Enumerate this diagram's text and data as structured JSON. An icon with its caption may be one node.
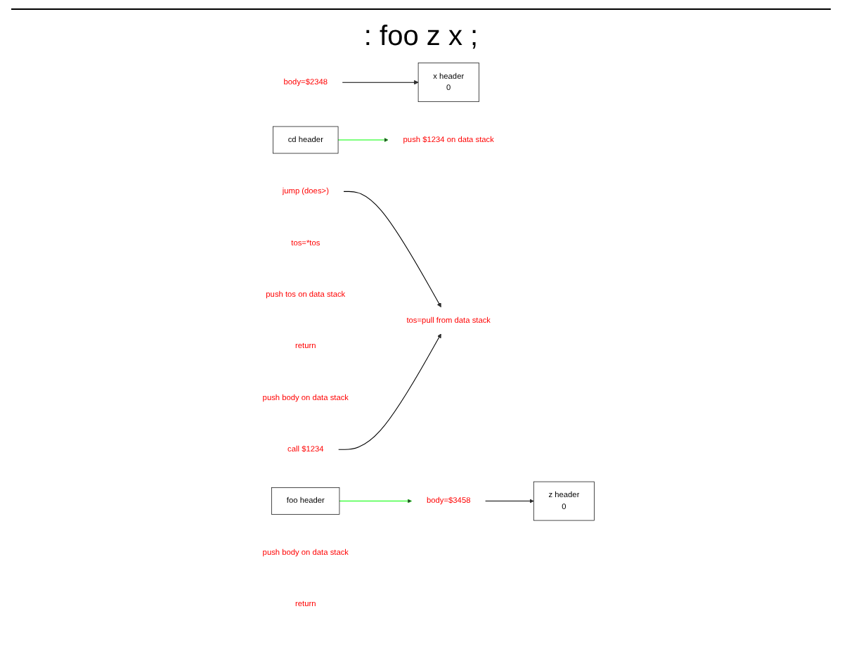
{
  "diagram": {
    "title": ": foo z x ;",
    "nodes": [
      {
        "text": [
          "cd header"
        ]
      },
      {
        "text": [
          "x header",
          "0"
        ]
      },
      {
        "text": [
          "z header",
          "0"
        ]
      },
      {
        "text": [
          "foo header"
        ]
      },
      {
        "text": [
          "push $1234 on data stack"
        ]
      },
      {
        "text": [
          "jump (does>)"
        ]
      },
      {
        "text": [
          "tos=pull from data stack"
        ]
      },
      {
        "text": [
          "tos=*tos"
        ]
      },
      {
        "text": [
          "push tos on data stack"
        ]
      },
      {
        "text": [
          "return"
        ]
      },
      {
        "text": [
          "body=$3458"
        ]
      },
      {
        "text": [
          "push body on data stack"
        ]
      },
      {
        "text": [
          "call $1234"
        ]
      },
      {
        "text": [
          "body=$2348"
        ]
      },
      {
        "text": [
          "push body on data stack"
        ]
      },
      {
        "text": [
          "return"
        ]
      }
    ],
    "edges": [
      {
        "from": 0,
        "to": 4,
        "arrow": "to",
        "color": "#00ff00"
      },
      {
        "from": 5,
        "to": 6,
        "arrow": "to"
      },
      {
        "from": 10,
        "to": 2,
        "arrow": "to"
      },
      {
        "from": 3,
        "to": 10,
        "arrow": "to",
        "color": "#00ff00"
      },
      {
        "from": 12,
        "to": 6,
        "arrow": "to"
      },
      {
        "from": 13,
        "to": 1,
        "arrow": "to"
      }
    ]
  }
}
